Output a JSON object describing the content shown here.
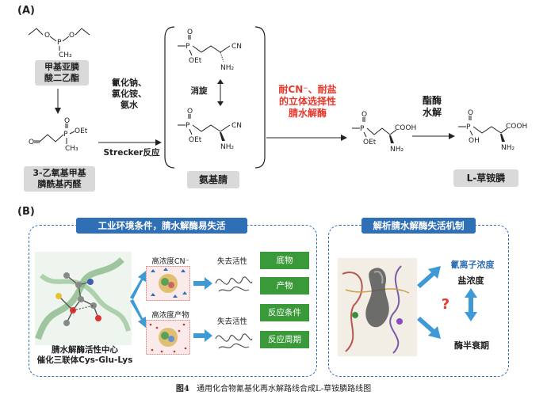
{
  "panel_a": {
    "letter": "(A)",
    "reactant1_label": "甲基亚膦\n酸二乙酯",
    "reactant1_line1": "甲基亚膦",
    "reactant1_line2": "酸二乙酯",
    "reactant2_line1": "3-乙氧基甲基",
    "reactant2_line2": "膦酰基丙醛",
    "cond1_line1": "氰化钠、",
    "cond1_line2": "氯化铵、",
    "cond1_line3": "氨水",
    "cond1_name": "Strecker反应",
    "racemization": "消旋",
    "aminonitrile_label": "氨基腈",
    "nitrilase_line1": "耐CN⁻、耐盐",
    "nitrilase_line2": "的立体选择性",
    "nitrilase_line3": "腈水解酶",
    "hydrolysis_line1": "酯酶",
    "hydrolysis_line2": "水解",
    "product_label": "L-草铵膦",
    "atoms": {
      "ch3": "CH₃",
      "oet": "OEt",
      "p": "P",
      "o": "O",
      "cn": "CN",
      "nh2": "NH₂",
      "cooh": "COOH",
      "oh": "OH"
    }
  },
  "panel_b": {
    "letter": "(B)",
    "left_title": "工业环境条件，腈水解酶易失活",
    "right_title": "解析腈水解酶失活机制",
    "protein_caption_line1": "腈水解酶活性中心",
    "protein_caption_line2": "催化三联体Cys-Glu-Lys",
    "high_cn": "高浓度CN⁻",
    "high_product": "高浓度产物",
    "lose_activity_1": "失去活性",
    "lose_activity_2": "失去活性",
    "buttons": [
      "底物",
      "产物",
      "反应条件",
      "反应周期"
    ],
    "cyanide_conc": "氰离子浓度",
    "salt_conc": "盐浓度",
    "half_life": "酶半衰期",
    "question": "?"
  },
  "caption_prefix": "图4",
  "caption_text": "通用化合物氰基化再水解路线合成L-草铵膦路线图",
  "colors": {
    "blue": "#2f6fb5",
    "red": "#e8392e",
    "green": "#3a9a3a",
    "arrow_blue": "#3d9ad6"
  }
}
